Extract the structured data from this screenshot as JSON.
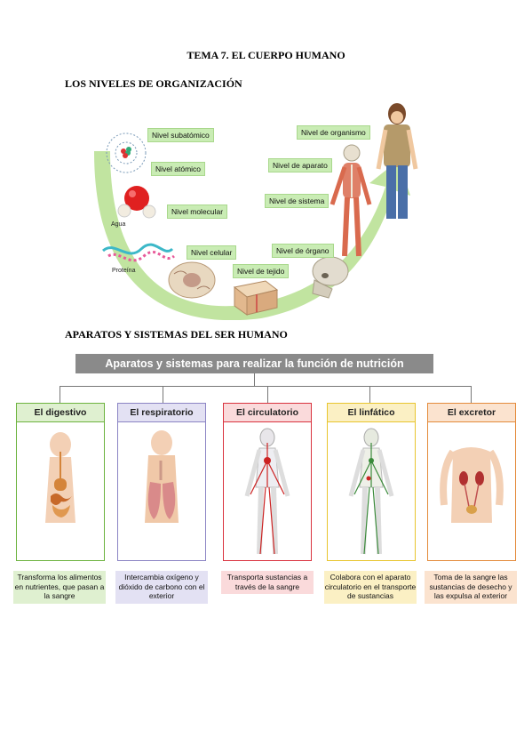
{
  "document": {
    "title": "TEMA 7. EL CUERPO HUMANO",
    "levels_heading": "LOS NIVELES DE ORGANIZACIÓN",
    "systems_heading": "APARATOS Y SISTEMAS DEL SER HUMANO"
  },
  "levels": {
    "labels": {
      "subatomic": "Nivel subatómico",
      "atomic": "Nivel atómico",
      "molecular": "Nivel molecular",
      "cellular": "Nivel celular",
      "tissue": "Nivel de tejido",
      "organ": "Nivel de órgano",
      "system": "Nivel de sistema",
      "apparatus": "Nivel de aparato",
      "organism": "Nivel de organismo"
    },
    "captions": {
      "water": "Agua",
      "protein": "Proteína"
    },
    "colors": {
      "label_bg": "#c9ecb4",
      "arrow": "#b6df8f"
    }
  },
  "systems": {
    "banner": "Aparatos y sistemas para realizar la función de nutrición",
    "items": [
      {
        "name": "El digestivo",
        "description": "Transforma los alimentos en nutrientes, que pasan a la sangre",
        "border_color": "#6db33f",
        "desc_bg": "#dff0d0",
        "icon": "digestive-system-icon"
      },
      {
        "name": "El respiratorio",
        "description": "Intercambia oxígeno y dióxido de carbono con el exterior",
        "border_color": "#8b84c4",
        "desc_bg": "#e3e1f3",
        "icon": "respiratory-system-icon"
      },
      {
        "name": "El circulatorio",
        "description": "Transporta sustancias a través de la sangre",
        "border_color": "#d9333f",
        "desc_bg": "#fadadb",
        "icon": "circulatory-system-icon"
      },
      {
        "name": "El linfático",
        "description": "Colabora con el aparato circulatorio en el transporte de sustancias",
        "border_color": "#e8c52e",
        "desc_bg": "#fbf0c4",
        "icon": "lymphatic-system-icon"
      },
      {
        "name": "El excretor",
        "description": "Toma de la sangre las sustancias de desecho y las expulsa al exterior",
        "border_color": "#e48b3c",
        "desc_bg": "#fbe3cf",
        "icon": "excretory-system-icon"
      }
    ]
  }
}
